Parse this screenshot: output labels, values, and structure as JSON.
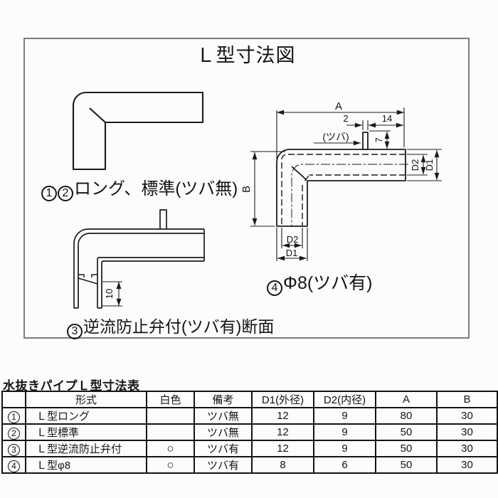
{
  "diagram": {
    "title": "Ｌ型寸法図",
    "captions": {
      "long_standard": {
        "num1": "1",
        "num2": "2",
        "text": "ロング、標準(ツバ無)"
      },
      "check_valve": {
        "num": "3",
        "text": "逆流防止弁付(ツバ有)断面"
      },
      "phi8": {
        "num": "4",
        "text": "Φ8(ツバ有)"
      }
    },
    "dims": {
      "A": "A",
      "B": "B",
      "D1": "D1",
      "D2": "D2",
      "two": "2",
      "fourteen": "14",
      "seven": "7",
      "ten": "10",
      "tsuba": "(ツバ)"
    }
  },
  "table": {
    "title": "水抜きパイプＬ型寸法表",
    "headers": {
      "no": "",
      "type": "形式",
      "white": "白色",
      "note": "備考",
      "d1": "D1(外径)",
      "d2": "D2(内径)",
      "a": "A",
      "b": "B"
    },
    "rows": [
      {
        "no": "1",
        "type": "Ｌ型ロング",
        "white": "",
        "note": "ツバ無",
        "d1": "12",
        "d2": "9",
        "a": "80",
        "b": "30"
      },
      {
        "no": "2",
        "type": "Ｌ型標準",
        "white": "",
        "note": "ツバ無",
        "d1": "12",
        "d2": "9",
        "a": "50",
        "b": "30"
      },
      {
        "no": "3",
        "type": "Ｌ型逆流防止弁付",
        "white": "○",
        "note": "ツバ有",
        "d1": "12",
        "d2": "9",
        "a": "50",
        "b": "30"
      },
      {
        "no": "4",
        "type": "Ｌ型φ8",
        "white": "○",
        "note": "ツバ有",
        "d1": "8",
        "d2": "6",
        "a": "50",
        "b": "30"
      }
    ]
  }
}
